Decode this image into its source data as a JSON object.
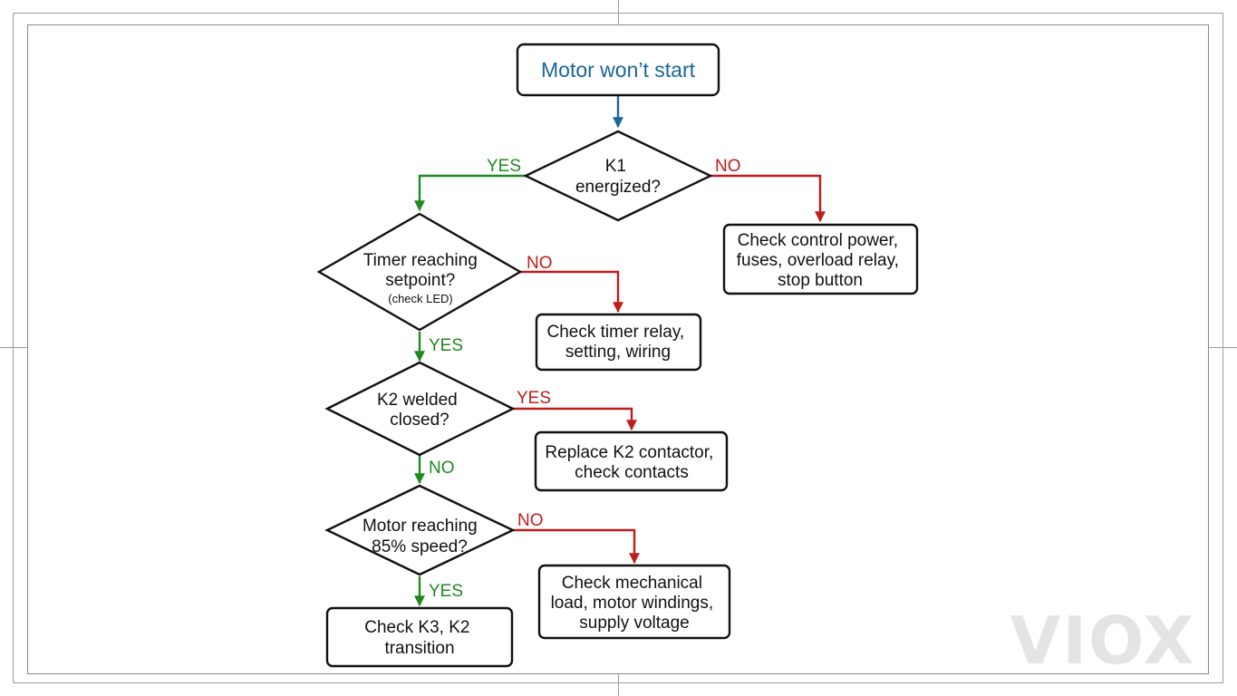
{
  "colors": {
    "start": "#1a6699",
    "yes": "#1f8a1f",
    "no": "#c01c1c",
    "node_stroke": "#111111",
    "watermark": "#e4e4e4"
  },
  "nodes": {
    "start": {
      "text": "Motor won’t start"
    },
    "k1": {
      "line1": "K1",
      "line2": "energized?"
    },
    "check_power": {
      "line1": "Check control power,",
      "line2": "fuses, overload relay,",
      "line3": "stop button"
    },
    "timer": {
      "line1": "Timer reaching",
      "line2": "setpoint?",
      "line3": "(check LED)"
    },
    "check_timer": {
      "line1": "Check timer relay,",
      "line2": "setting, wiring"
    },
    "k2": {
      "line1": "K2 welded",
      "line2": "closed?"
    },
    "replace_k2": {
      "line1": "Replace K2 contactor,",
      "line2": "check contacts"
    },
    "speed": {
      "line1": "Motor reaching",
      "line2": "85% speed?"
    },
    "check_mech": {
      "line1": "Check mechanical",
      "line2": "load, motor windings,",
      "line3": "supply voltage"
    },
    "check_k3": {
      "line1": "Check K3, K2",
      "line2": "transition"
    }
  },
  "edges": {
    "k1_yes": "YES",
    "k1_no": "NO",
    "timer_no": "NO",
    "timer_yes": "YES",
    "k2_yes": "YES",
    "k2_no": "NO",
    "speed_no": "NO",
    "speed_yes": "YES"
  },
  "watermark": "VIOX"
}
